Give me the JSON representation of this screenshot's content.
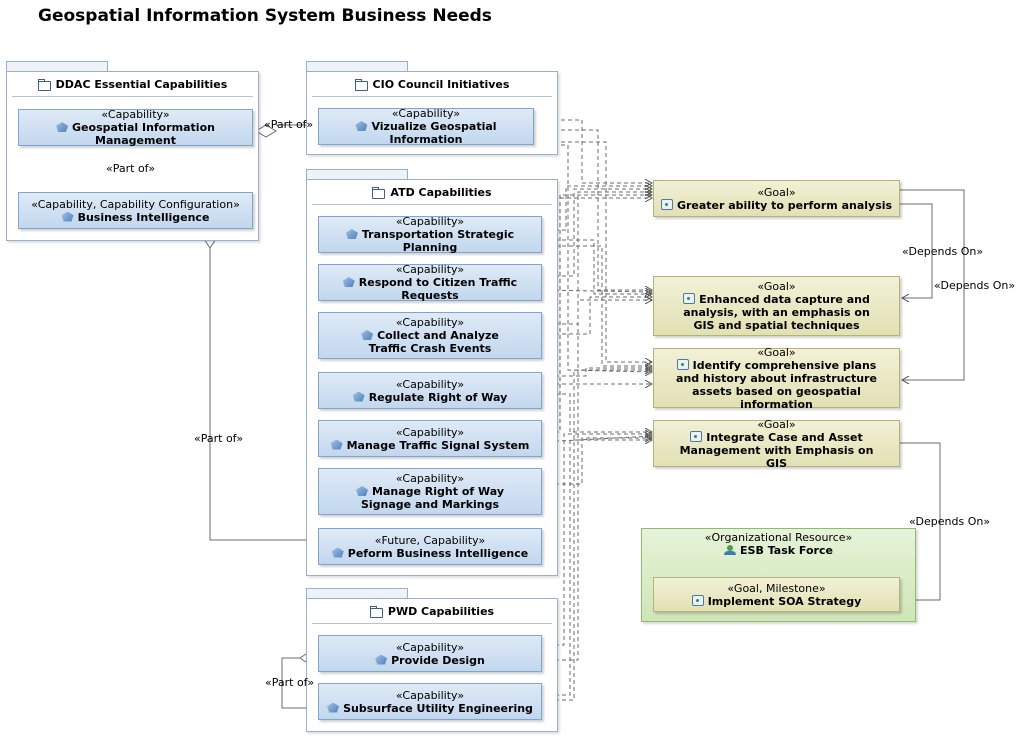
{
  "title": "Geospatial Information System Business Needs",
  "packages": {
    "ddac": "DDAC Essential Capabilities",
    "cio": "CIO Council Initiatives",
    "atd": "ATD Capabilities",
    "pwd": "PWD Capabilities"
  },
  "elements": {
    "geo_info_mgmt": {
      "stereo": "«Capability»",
      "name": "Geospatial Information Management"
    },
    "business_intel": {
      "stereo": "«Capability, Capability Configuration»",
      "name": "Business Intelligence"
    },
    "vizualize_geo": {
      "stereo": "«Capability»",
      "name": "Vizualize Geospatial Information"
    },
    "transport_planning": {
      "stereo": "«Capability»",
      "name": "Transportation Strategic Planning"
    },
    "citizen_requests": {
      "stereo": "«Capability»",
      "name": "Respond to Citizen Traffic Requests"
    },
    "crash_events": {
      "stereo": "«Capability»",
      "name": "Collect and Analyze Traffic Crash Events"
    },
    "right_of_way": {
      "stereo": "«Capability»",
      "name": "Regulate Right of Way"
    },
    "traffic_signal": {
      "stereo": "«Capability»",
      "name": "Manage Traffic Signal System"
    },
    "row_signage": {
      "stereo": "«Capability»",
      "name": "Manage Right of Way Signage and Markings"
    },
    "peform_bi": {
      "stereo": "«Future, Capability»",
      "name": "Peform Business Intelligence"
    },
    "provide_design": {
      "stereo": "«Capability»",
      "name": "Provide Design"
    },
    "subsurface_eng": {
      "stereo": "«Capability»",
      "name": "Subsurface Utility Engineering"
    },
    "goal_analysis": {
      "stereo": "«Goal»",
      "name": "Greater ability to perform analysis"
    },
    "goal_data_capture": {
      "stereo": "«Goal»",
      "name": "Enhanced data capture and analysis, with an emphasis on GIS and spatial techniques"
    },
    "goal_comprehensive": {
      "stereo": "«Goal»",
      "name": "Identify comprehensive plans and history about infrastructure assets based on geospatial information"
    },
    "goal_integrate": {
      "stereo": "«Goal»",
      "name": "Integrate Case and Asset Management with Emphasis on GIS"
    },
    "esb_task_force": {
      "stereo": "«Organizational Resource»",
      "name": "ESB Task Force"
    },
    "implement_soa": {
      "stereo": "«Goal, Milestone»",
      "name": "Implement SOA Strategy"
    }
  },
  "relations": {
    "part_of": "«Part of»",
    "depends_on": "«Depends On»"
  },
  "colors": {
    "capability_fill": "#c2d7ee",
    "goal_fill": "#e2e0b4",
    "org_fill": "#cfe6b8",
    "connector": "#6b6b6b"
  }
}
